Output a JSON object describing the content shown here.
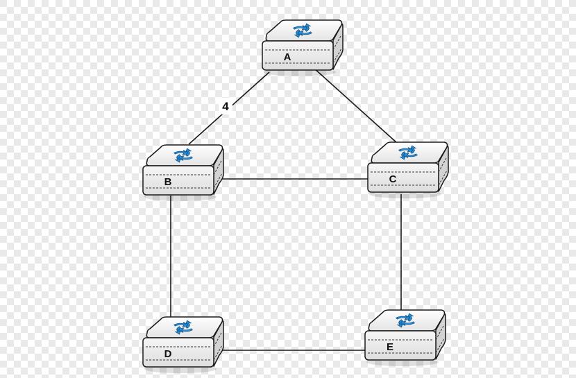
{
  "diagram": {
    "nodes": [
      {
        "id": "A",
        "label": "A",
        "icon": "router-icon"
      },
      {
        "id": "B",
        "label": "B",
        "icon": "router-icon"
      },
      {
        "id": "C",
        "label": "C",
        "icon": "router-icon"
      },
      {
        "id": "D",
        "label": "D",
        "icon": "router-icon"
      },
      {
        "id": "E",
        "label": "E",
        "icon": "router-icon"
      }
    ],
    "edges": [
      {
        "from": "A",
        "to": "B",
        "label": "4"
      },
      {
        "from": "A",
        "to": "C",
        "label": ""
      },
      {
        "from": "B",
        "to": "C",
        "label": ""
      },
      {
        "from": "B",
        "to": "D",
        "label": ""
      },
      {
        "from": "C",
        "to": "E",
        "label": ""
      },
      {
        "from": "D",
        "to": "E",
        "label": ""
      }
    ],
    "colors": {
      "checker_light": "#ffffff",
      "checker_dark": "#e9e9e9",
      "router_body": "#eeeeee",
      "router_outline": "#1a1a1a",
      "icon_blue": "#2a8fd6",
      "link": "#1a1a1a"
    }
  }
}
